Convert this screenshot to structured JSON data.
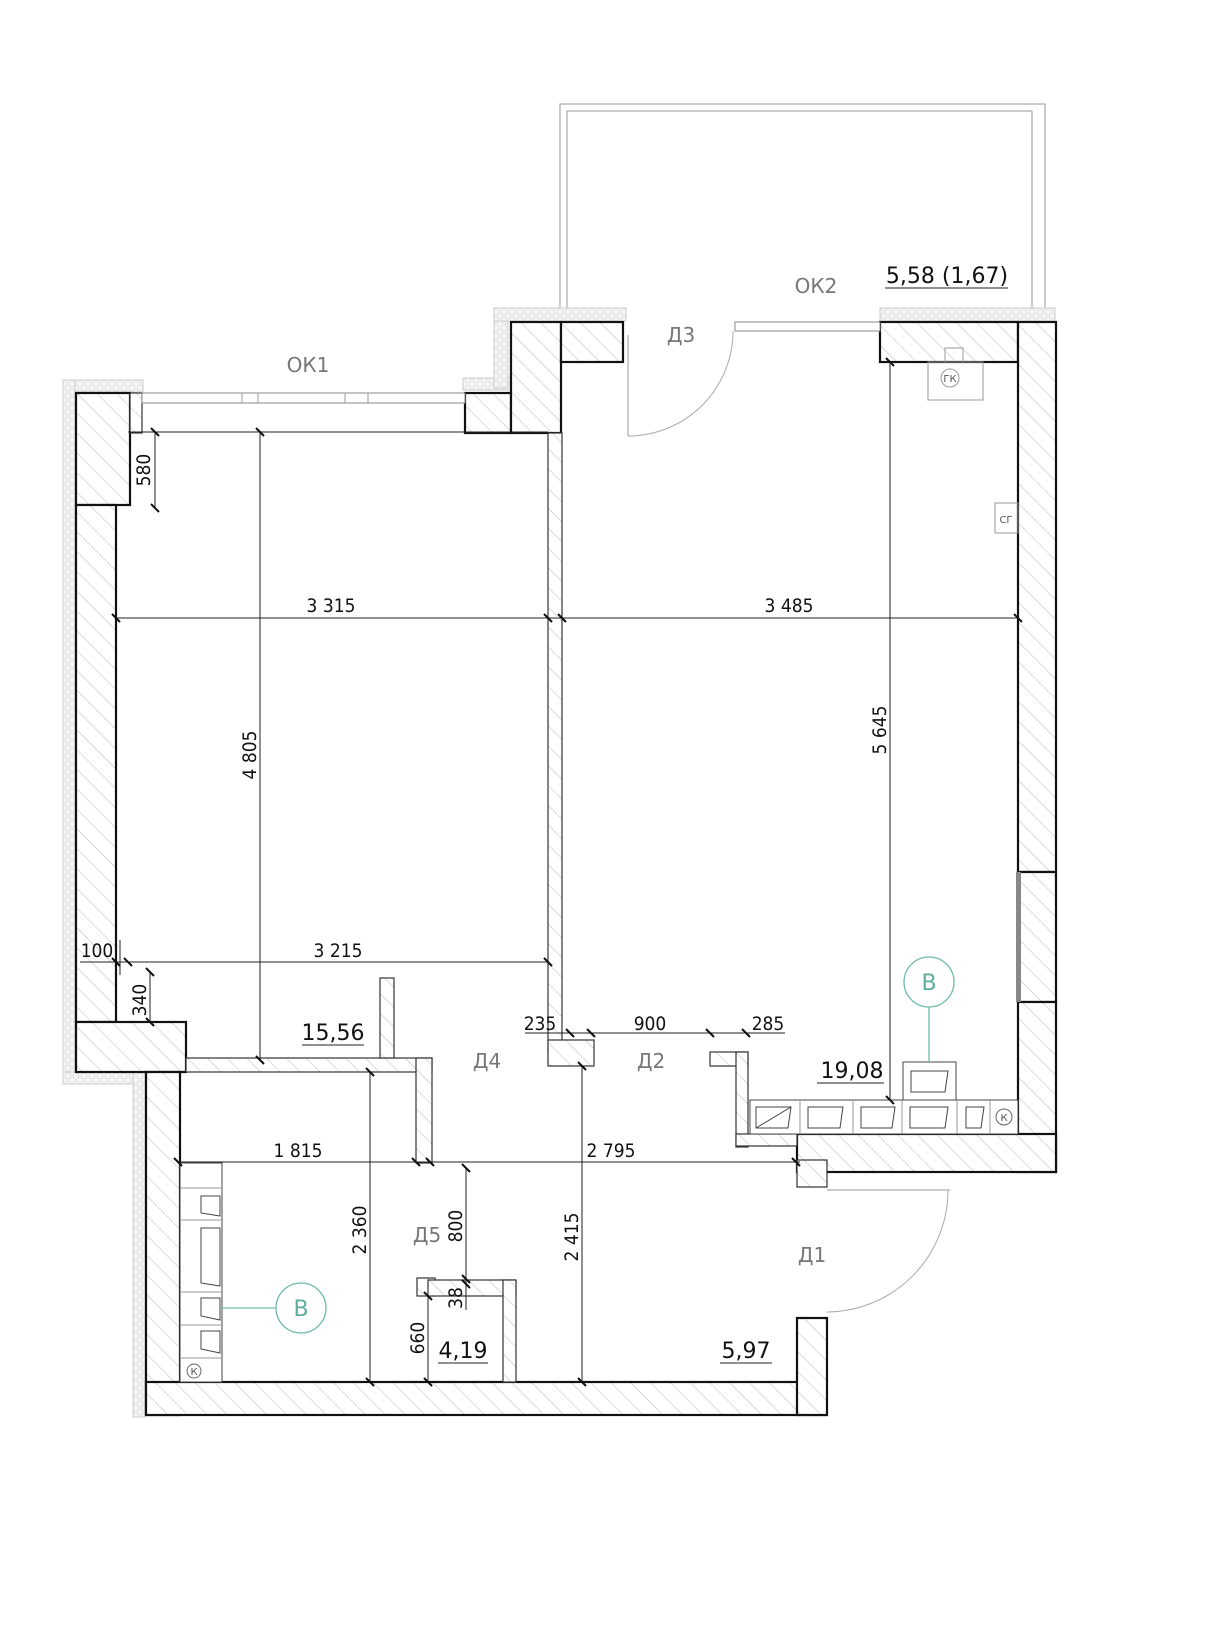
{
  "plan": {
    "windows": {
      "ok1": "ОК1",
      "ok2": "ОК2"
    },
    "doors": {
      "d1": "Д1",
      "d2": "Д2",
      "d3": "Д3",
      "d4": "Д4",
      "d5": "Д5"
    },
    "areas": {
      "balcony": "5,58 (1,67)",
      "living_left": "15,56",
      "living_right": "19,08",
      "bathroom": "4,19",
      "hall": "5,97"
    },
    "dimensions": {
      "d580": "580",
      "d3315": "3 315",
      "d3485": "3 485",
      "d4805": "4 805",
      "d5645": "5 645",
      "d100": "100",
      "d3215": "3 215",
      "d340": "340",
      "d235": "235",
      "d900": "900",
      "d285": "285",
      "d1815": "1 815",
      "d2795": "2 795",
      "d2360": "2 360",
      "d2415": "2 415",
      "d800": "800",
      "d38": "38",
      "d660": "660"
    },
    "markers": {
      "kitchen_b1": "В",
      "kitchen_b2": "В"
    },
    "equipment": {
      "gas_boiler": "ГК",
      "gas_meter": "СГ",
      "k1": "К",
      "k2": "К"
    },
    "colors": {
      "marker": "#5fae9c",
      "wall_stroke": "#111111",
      "label": "#777777"
    }
  }
}
